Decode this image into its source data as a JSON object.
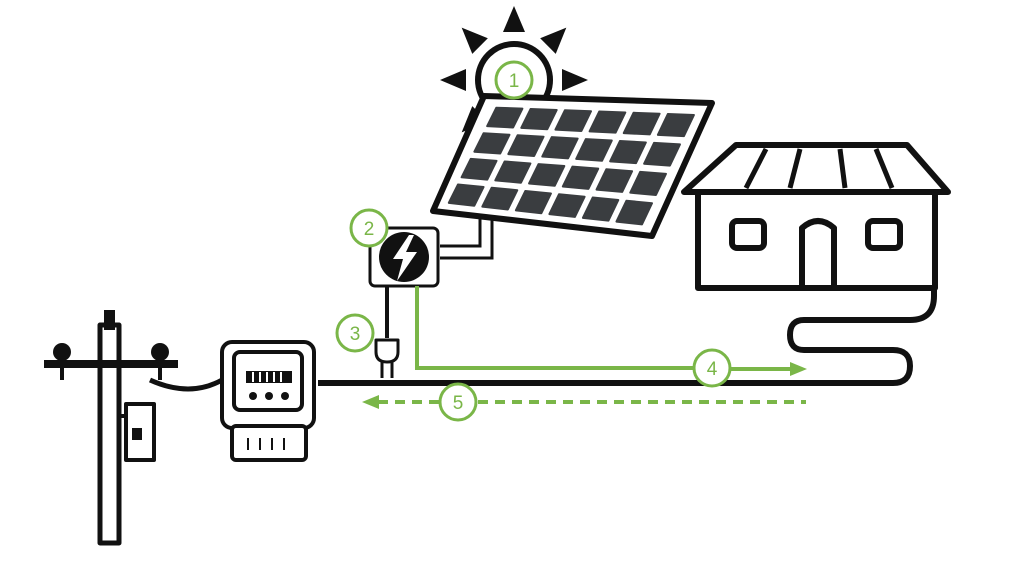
{
  "colors": {
    "stroke": "#111111",
    "panel_cell": "#3a3d40",
    "accent_green": "#7ab648"
  },
  "markers": [
    {
      "label": "1",
      "refers_to": "sun"
    },
    {
      "label": "2",
      "refers_to": "micro-inverter"
    },
    {
      "label": "3",
      "refers_to": "plug"
    },
    {
      "label": "4",
      "refers_to": "power-to-house"
    },
    {
      "label": "5",
      "refers_to": "power-to-grid"
    }
  ],
  "icons": [
    "sun-icon",
    "solar-panel-icon",
    "inverter-icon",
    "lightning-bolt-icon",
    "plug-icon",
    "house-icon",
    "electric-meter-icon",
    "utility-pole-icon"
  ],
  "flows": [
    {
      "id": "to-house",
      "style": "solid",
      "direction": "right"
    },
    {
      "id": "to-grid",
      "style": "dashed",
      "direction": "left"
    }
  ]
}
